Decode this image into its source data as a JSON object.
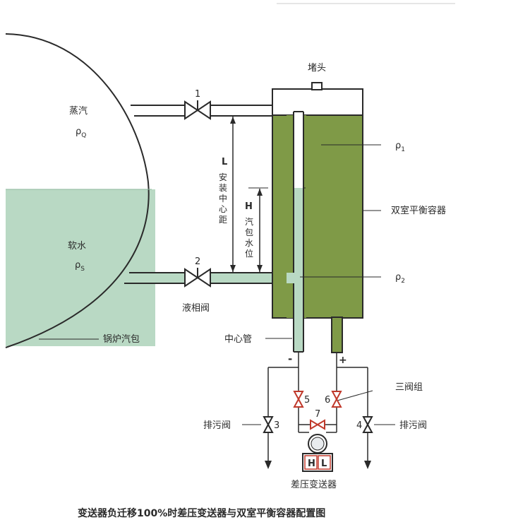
{
  "labels": {
    "steam": "蒸汽",
    "rho_q": "ρ",
    "rho_q_sub": "Q",
    "water": "软水",
    "rho_s": "ρ",
    "rho_s_sub": "S",
    "drum": "锅炉汽包",
    "plug": "堵头",
    "rho1": "ρ",
    "rho1_sub": "1",
    "rho2": "ρ",
    "rho2_sub": "2",
    "container": "双室平衡容器",
    "L": "L",
    "L_desc": [
      "安",
      "装",
      "中",
      "心",
      "距"
    ],
    "H": "H",
    "H_desc": [
      "汽",
      "包",
      "水",
      "位"
    ],
    "liquid_valve": "液相阀",
    "center_tube": "中心管",
    "minus": "-",
    "plus": "+",
    "three_valve": "三阀组",
    "drain_left": "排污阀",
    "drain_right": "排污阀",
    "transmitter": "差压变送器",
    "H_port": "H",
    "L_port": "L",
    "caption": "变送器负迁移100%时差压变送器与双室平衡容器配置图"
  },
  "valves": {
    "v1": "1",
    "v2": "2",
    "v3": "3",
    "v4": "4",
    "v5": "5",
    "v6": "6",
    "v7": "7"
  },
  "colors": {
    "water": "#b9d9c4",
    "container_liquid": "#7f9a47",
    "outline": "#2a2a2a",
    "valve_red": "#c0392b"
  }
}
